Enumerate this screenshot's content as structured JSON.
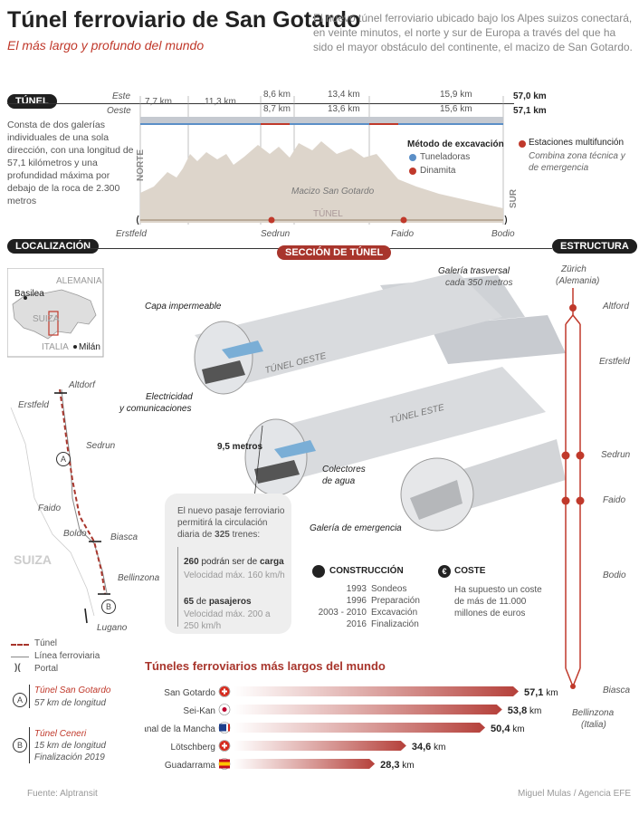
{
  "header": {
    "title": "Túnel ferroviario de San Gotardo",
    "subtitle": "El más largo y profundo del mundo",
    "intro": "El nuevo túnel ferroviario ubicado bajo los Alpes suizos conectará, en veinte minutos, el norte y sur de Europa a través del que ha sido el mayor obstáculo del continente, el macizo de San Gotardo."
  },
  "tunel": {
    "label": "TÚNEL",
    "este_label": "Este",
    "oeste_label": "Oeste",
    "este_segments": [
      "7,7 km",
      "11,3 km",
      "8,6 km",
      "13,4 km",
      "15,9 km"
    ],
    "oeste_segments": [
      "",
      "",
      "8,7 km",
      "13,6 km",
      "15,6 km"
    ],
    "este_total": "57,0 km",
    "oeste_total": "57,1 km",
    "description": "Consta de dos galerías individuales de una sola dirección, con una longitud de 57,1 kilómetros y una profundidad máxima por debajo de la roca de 2.300 metros",
    "norte": "NORTE",
    "sur": "SUR",
    "macizo": "Macizo San Gotardo",
    "tunel_word": "TÚNEL",
    "metodo_title": "Método de excavación",
    "metodo_items": [
      "Tuneladoras",
      "Dinamita"
    ],
    "estaciones_title": "Estaciones multifunción",
    "estaciones_desc": "Combina zona técnica y de emergencia",
    "places": [
      "Erstfeld",
      "Sedrun",
      "Faido",
      "Bodio"
    ],
    "colors": {
      "tuneladora": "#5b8fc7",
      "dinamita": "#c0392b",
      "mountain": "#ddd5cb"
    }
  },
  "localizacion": {
    "label": "LOCALIZACIÓN",
    "inset": [
      "ALEMANIA",
      "Basilea",
      "SUIZA",
      "ITALIA",
      "Milán"
    ],
    "places": [
      "Altdorf",
      "Erstfeld",
      "Sedrun",
      "Faido",
      "Boldo",
      "Biasca",
      "Bellinzona",
      "Lugano"
    ],
    "country": "SUIZA",
    "marker_a": "A",
    "marker_b": "B",
    "legend": [
      "Túnel",
      "Línea ferroviaria",
      "Portal"
    ],
    "notes": [
      {
        "letter": "A",
        "name": "Túnel San Gotardo",
        "lines": [
          "57 km de longitud"
        ]
      },
      {
        "letter": "B",
        "name": "Túnel Ceneri",
        "lines": [
          "15 km de longitud",
          "Finalización 2019"
        ]
      }
    ]
  },
  "seccion": {
    "label": "SECCIÓN DE TÚNEL",
    "callouts": [
      "Galería trasversal",
      "cada 350 metros",
      "Capa impermeable",
      "TÚNEL OESTE",
      "TÚNEL ESTE",
      "Electricidad",
      "y comunicaciones",
      "9,5 metros",
      "Colectores",
      "de agua",
      "Galería de emergencia"
    ]
  },
  "info_box": {
    "intro_pre": "El nuevo pasaje ferroviario permitirá la circulación diaria de ",
    "intro_num": "325",
    "intro_post": " trenes:",
    "carga_num": "260",
    "carga_pre": " podrán ser de ",
    "carga_word": "carga",
    "carga_speed": "Velocidad máx. 160 km/h",
    "pas_num": "65",
    "pas_pre": " de ",
    "pas_word": "pasajeros",
    "pas_speed": "Velocidad máx. 200 a 250 km/h"
  },
  "construccion": {
    "title": "CONSTRUCCIÓN",
    "rows": [
      {
        "year": "1993",
        "event": "Sondeos"
      },
      {
        "year": "1996",
        "event": "Preparación"
      },
      {
        "year": "2003 - 2010",
        "event": "Excavación"
      },
      {
        "year": "2016",
        "event": "Finalización"
      }
    ]
  },
  "coste": {
    "title": "COSTE",
    "text": "Ha supuesto un coste de más de 11.000 millones de euros"
  },
  "estructura": {
    "label": "ESTRUCTURA",
    "places": [
      "Zürich",
      "(Alemania)",
      "Altford",
      "Erstfeld",
      "Sedrun",
      "Faido",
      "Bodio",
      "Biasca",
      "Bellinzona",
      "(Italia)"
    ]
  },
  "chart_data": {
    "type": "bar",
    "title": "Túneles ferroviarios más largos del mundo",
    "categories": [
      "San Gotardo",
      "Sei-Kan",
      "Canal de la Mancha",
      "Lötschberg",
      "Guadarrama"
    ],
    "values": [
      57.1,
      53.8,
      50.4,
      34.6,
      28.3
    ],
    "value_labels": [
      "57,1",
      "53,8",
      "50,4",
      "34,6",
      "28,3"
    ],
    "unit": "km",
    "flags": [
      "swiss",
      "japan",
      "uk-fr",
      "swiss",
      "spain"
    ],
    "bar_color": "#b5403a"
  },
  "footer": {
    "source": "Fuente: Alptransit",
    "credit": "Miguel Mulas / Agencia EFE"
  }
}
